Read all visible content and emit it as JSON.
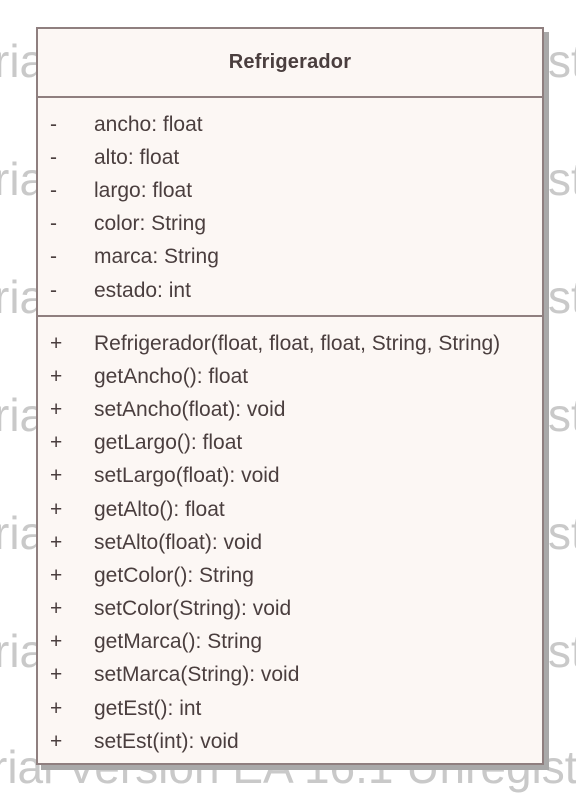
{
  "watermark": {
    "left_fragment": "ria",
    "right_fragment": "st",
    "bottom_text": "rial Version    EA 16.1 Unregist"
  },
  "class": {
    "name": "Refrigerador",
    "attributes": [
      {
        "visibility": "-",
        "signature": "ancho: float"
      },
      {
        "visibility": "-",
        "signature": "alto: float"
      },
      {
        "visibility": "-",
        "signature": "largo: float"
      },
      {
        "visibility": "-",
        "signature": "color: String"
      },
      {
        "visibility": "-",
        "signature": "marca: String"
      },
      {
        "visibility": "-",
        "signature": "estado: int"
      }
    ],
    "operations": [
      {
        "visibility": "+",
        "signature": "Refrigerador(float, float, float, String, String)"
      },
      {
        "visibility": "+",
        "signature": "getAncho(): float"
      },
      {
        "visibility": "+",
        "signature": "setAncho(float): void"
      },
      {
        "visibility": "+",
        "signature": "getLargo(): float"
      },
      {
        "visibility": "+",
        "signature": "setLargo(float): void"
      },
      {
        "visibility": "+",
        "signature": "getAlto(): float"
      },
      {
        "visibility": "+",
        "signature": "setAlto(float): void"
      },
      {
        "visibility": "+",
        "signature": "getColor(): String"
      },
      {
        "visibility": "+",
        "signature": "setColor(String): void"
      },
      {
        "visibility": "+",
        "signature": "getMarca(): String"
      },
      {
        "visibility": "+",
        "signature": "setMarca(String): void"
      },
      {
        "visibility": "+",
        "signature": "getEst(): int"
      },
      {
        "visibility": "+",
        "signature": "setEst(int): void"
      }
    ]
  },
  "colors": {
    "box_fill": "#fcf7f4",
    "border": "#8f7f7f",
    "text": "#4a3e3e",
    "watermark": "#c9c9c9"
  }
}
